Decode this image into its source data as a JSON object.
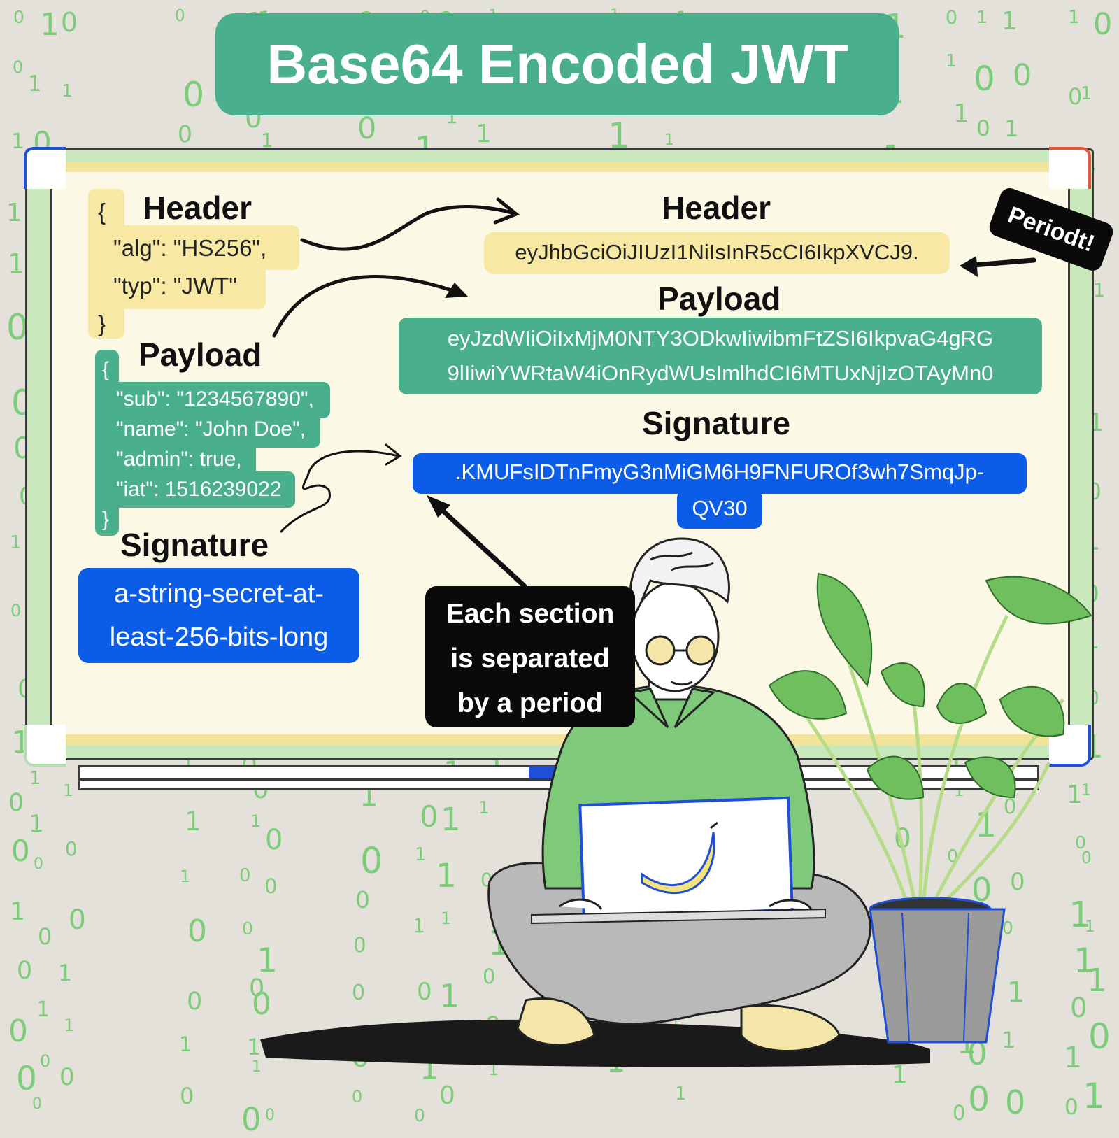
{
  "title": "Base64 Encoded JWT",
  "left": {
    "header_heading": "Header",
    "header_lines": [
      "{",
      "\"alg\": \"HS256\",",
      "\"typ\": \"JWT\"",
      "}"
    ],
    "payload_heading": "Payload",
    "payload_lines": [
      "{",
      "\"sub\": \"1234567890\",",
      "\"name\": \"John Doe\",",
      "\"admin\": true,",
      "\"iat\": 1516239022",
      "}"
    ],
    "signature_heading": "Signature",
    "secret_lines": [
      "a-string-secret-at-",
      "least-256-bits-long"
    ]
  },
  "right": {
    "header_heading": "Header",
    "header_encoded": "eyJhbGciOiJIUzI1NiIsInR5cCI6IkpXVCJ9.",
    "payload_heading": "Payload",
    "payload_encoded_lines": [
      "eyJzdWIiOiIxMjM0NTY3ODkwIiwibmFtZSI6IkpvaG4gRG",
      "9lIiwiYWRtaW4iOnRydWUsImlhdCI6MTUxNjIzOTAyMn0"
    ],
    "signature_heading": "Signature",
    "signature_encoded_lines": [
      ".KMUFsIDTnFmyG3nMiGM6H9FNFUROf3wh7SmqJp-",
      "QV30"
    ]
  },
  "callout_lines": [
    "Each section",
    "is separated",
    "by a period"
  ],
  "periodt_label": "Periodt!",
  "colors": {
    "accent_green": "#4aaf8c",
    "highlight_yellow": "#f7e9a3",
    "signature_blue": "#0b5ce6",
    "binary_green": "#7ccc79"
  },
  "binary_digits": [
    "0",
    "1"
  ]
}
